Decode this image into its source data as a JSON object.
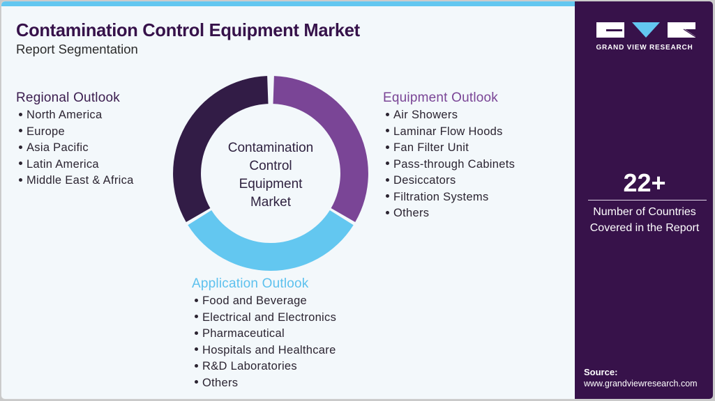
{
  "header": {
    "title": "Contamination Control Equipment Market",
    "subtitle": "Report Segmentation"
  },
  "donut": {
    "center_label_lines": [
      "Contamination",
      "Control",
      "Equipment",
      "Market"
    ],
    "segments": [
      {
        "name": "Equipment Outlook",
        "color": "#7a4596"
      },
      {
        "name": "Application Outlook",
        "color": "#63c7f0"
      },
      {
        "name": "Regional Outlook",
        "color": "#321c46"
      }
    ]
  },
  "regional": {
    "heading": "Regional Outlook",
    "color": "#3b1d4f",
    "items": [
      "North America",
      "Europe",
      "Asia Pacific",
      "Latin America",
      "Middle East & Africa"
    ]
  },
  "equipment": {
    "heading": "Equipment Outlook",
    "color": "#7a4596",
    "items": [
      "Air Showers",
      "Laminar Flow Hoods",
      "Fan Filter Unit",
      "Pass-through Cabinets",
      "Desiccators",
      "Filtration Systems",
      "Others"
    ]
  },
  "application": {
    "heading": "Application Outlook",
    "color": "#5dc1ee",
    "items": [
      "Food and Beverage",
      "Electrical and Electronics",
      "Pharmaceutical",
      "Hospitals and Healthcare",
      "R&D Laboratories",
      "Others"
    ]
  },
  "sidebar": {
    "brand": "GRAND VIEW RESEARCH",
    "stat_value": "22+",
    "stat_label_line1": "Number of Countries",
    "stat_label_line2": "Covered in the Report",
    "source_label": "Source:",
    "source_url": "www.grandviewresearch.com",
    "background": "#37124a"
  }
}
